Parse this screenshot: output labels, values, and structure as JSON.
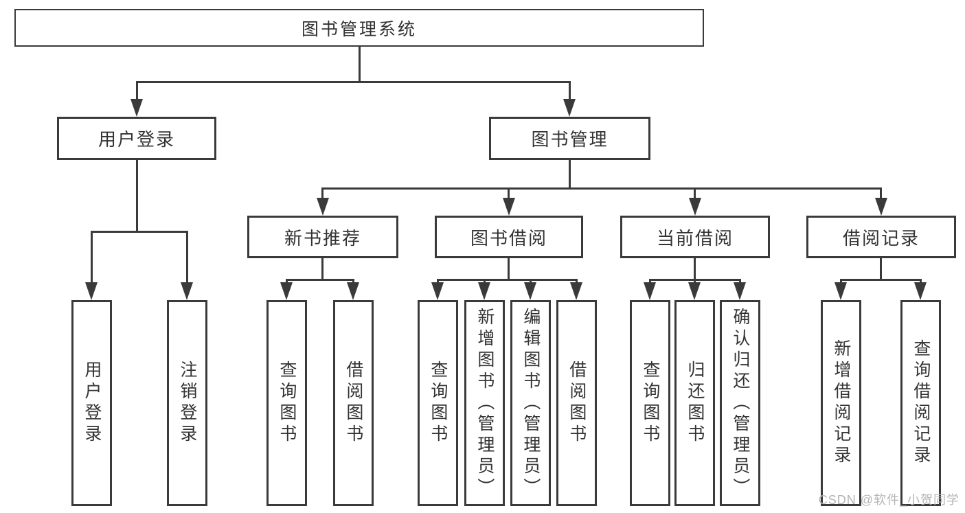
{
  "diagram": {
    "root": {
      "label": "图书管理系统"
    },
    "branches": [
      {
        "label": "用户登录",
        "children": [
          "用户登录",
          "注销登录"
        ]
      },
      {
        "label": "图书管理",
        "children": [
          {
            "label": "新书推荐",
            "children": [
              "查询图书",
              "借阅图书"
            ]
          },
          {
            "label": "图书借阅",
            "children": [
              "查询图书",
              "新增图书（管理员）",
              "编辑图书（管理员）",
              "借阅图书"
            ]
          },
          {
            "label": "当前借阅",
            "children": [
              "查询图书",
              "归还图书",
              "确认归还（管理员）"
            ]
          },
          {
            "label": "借阅记录",
            "children": [
              "新增借阅记录",
              "查询借阅记录"
            ]
          }
        ]
      }
    ],
    "watermark": "CSDN @软件_小贺同学",
    "colors": {
      "line": "#3a3a3a",
      "text": "#333333",
      "watermark": "#b5b5b5",
      "background": "#ffffff"
    }
  }
}
